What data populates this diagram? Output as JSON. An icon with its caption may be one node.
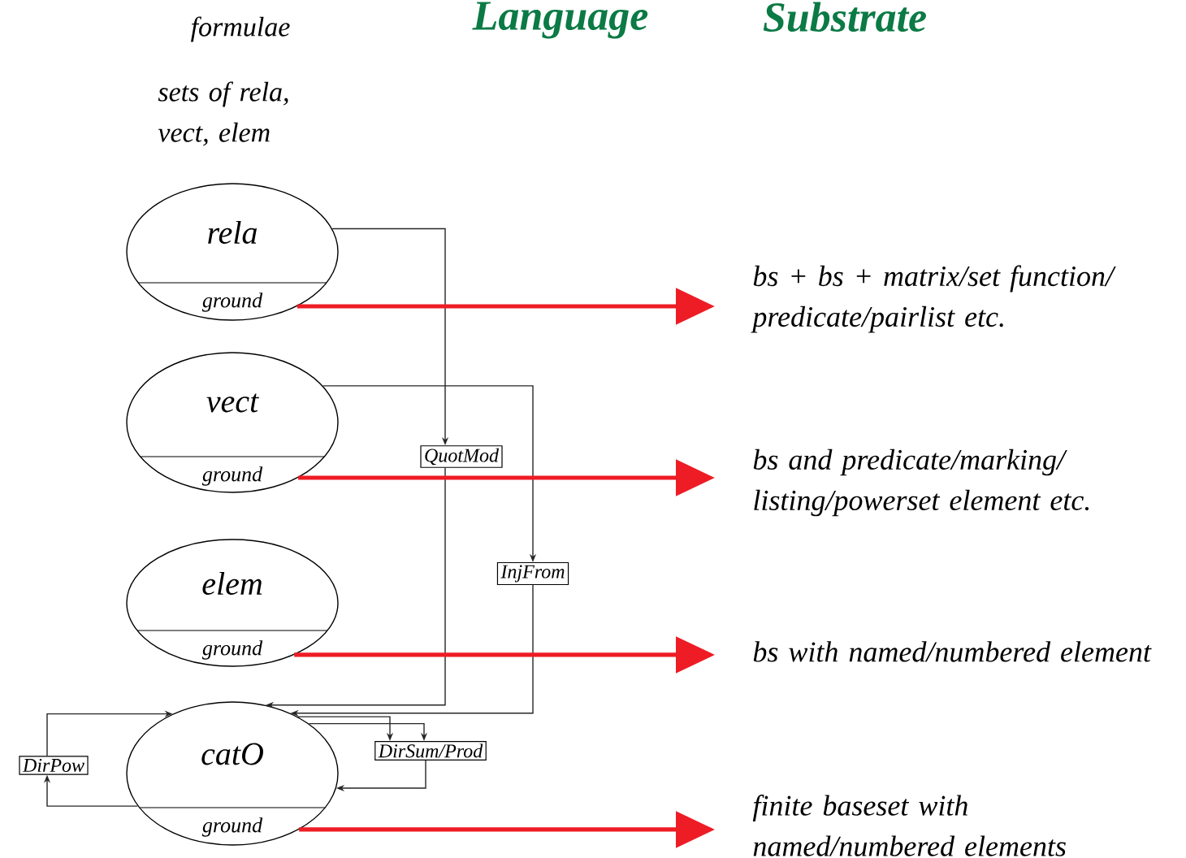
{
  "diagram": {
    "nodes": [
      {
        "text": [
          "rela",
          "ground"
        ]
      },
      {
        "text": [
          "vect",
          "ground"
        ]
      },
      {
        "text": [
          "elem",
          "ground"
        ]
      },
      {
        "text": [
          "catO",
          "ground"
        ]
      },
      {
        "text": [
          "QuotMod"
        ]
      },
      {
        "text": [
          "InjFrom"
        ]
      },
      {
        "text": [
          "DirSum/Prod"
        ]
      },
      {
        "text": [
          "DirPow"
        ]
      },
      {
        "text": [
          "bs + bs + matrix/set function/ predicate/pairlist etc."
        ]
      },
      {
        "text": [
          "bs and predicate/marking/ listing/powerset element etc."
        ]
      },
      {
        "text": [
          "bs with named/numbered element"
        ]
      },
      {
        "text": [
          "finite baseset with named/numbered elements"
        ]
      }
    ],
    "edges": [
      {
        "from": 0,
        "to": 4,
        "arrow": "to"
      },
      {
        "from": 4,
        "to": 3,
        "arrow": "to"
      },
      {
        "from": 1,
        "to": 5,
        "arrow": "to"
      },
      {
        "from": 5,
        "to": 3,
        "arrow": "to"
      },
      {
        "from": 3,
        "to": 6,
        "arrow": "to"
      },
      {
        "from": 3,
        "to": 6,
        "arrow": "to"
      },
      {
        "from": 6,
        "to": 3,
        "arrow": "to"
      },
      {
        "from": 3,
        "to": 7,
        "arrow": "to"
      },
      {
        "from": 7,
        "to": 3,
        "arrow": "to"
      },
      {
        "from": 0,
        "to": 8,
        "arrow": "to",
        "style": "thick",
        "color": "#ee1c25"
      },
      {
        "from": 1,
        "to": 9,
        "arrow": "to",
        "style": "thick",
        "color": "#ee1c25"
      },
      {
        "from": 2,
        "to": 10,
        "arrow": "to",
        "style": "thick",
        "color": "#ee1c25"
      },
      {
        "from": 3,
        "to": 11,
        "arrow": "to",
        "style": "thick",
        "color": "#ee1c25"
      }
    ],
    "labels": [
      "formulae",
      "Language",
      "Substrate",
      "sets of rela, vect, elem"
    ]
  }
}
